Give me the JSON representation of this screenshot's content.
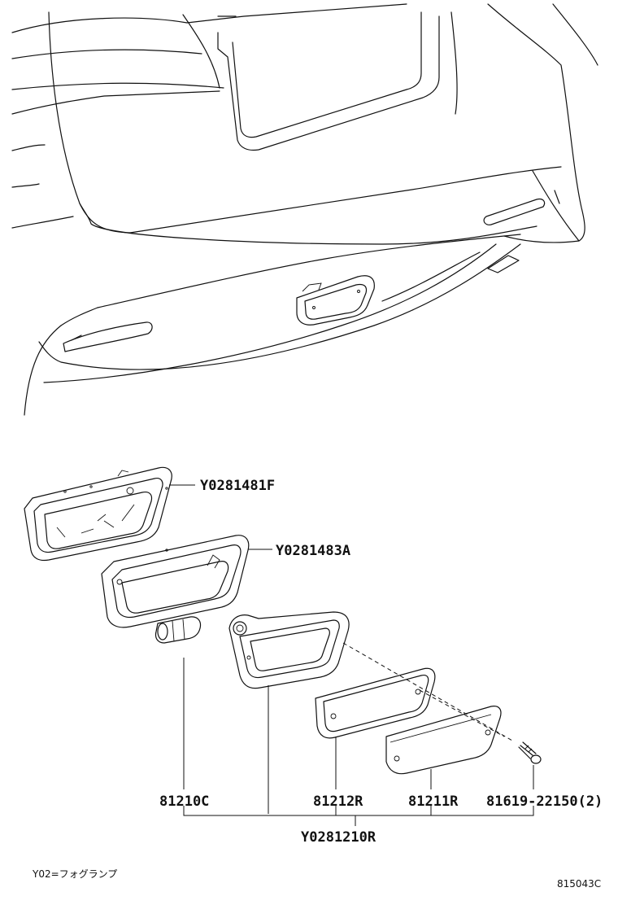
{
  "labels": {
    "frame_upper": "Y0281481F",
    "frame_lower": "Y0281483A",
    "bulb": "81210C",
    "gasket": "81212R",
    "lens": "81211R",
    "screw": "81619-22150(2)",
    "assembly": "Y0281210R"
  },
  "footnote": "Y02=フォグランプ",
  "diagram_code": "815043C",
  "icons": {
    "bumper": "rear-bumper-illustration",
    "frame_upper": "lamp-frame-icon",
    "frame_lower": "lamp-bezel-icon",
    "bulb": "bulb-icon",
    "housing": "lamp-housing-icon",
    "gasket": "gasket-icon",
    "lens": "lens-icon",
    "screw": "screw-icon"
  }
}
